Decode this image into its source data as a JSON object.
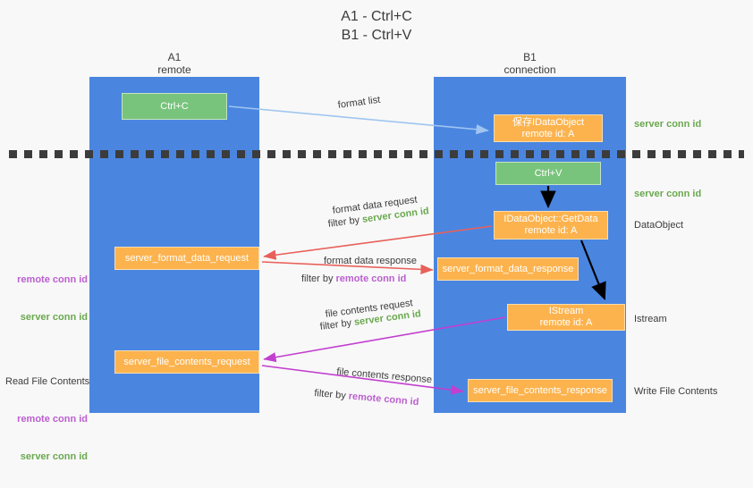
{
  "title": "A1 - Ctrl+C\nB1 - Ctrl+V",
  "lanes": {
    "left": {
      "name": "A1",
      "sub": "remote",
      "header": "A1\nremote"
    },
    "right": {
      "name": "B1",
      "sub": "connection",
      "header": "B1\nconnection"
    }
  },
  "nodes": {
    "ctrl_c": {
      "label": "Ctrl+C",
      "sub": "",
      "color": "#79c47c"
    },
    "save_idataobject": {
      "label": "保存IDataObject",
      "sub": "remote id: A",
      "color": "#fcb34e"
    },
    "ctrl_v": {
      "label": "Ctrl+V",
      "sub": "",
      "color": "#79c47c"
    },
    "getdata": {
      "label": "IDataObject::GetData",
      "sub": "remote id: A",
      "color": "#fcb34e"
    },
    "format_data_request": {
      "label": "server_format_data_request",
      "sub": "",
      "color": "#fcb34e"
    },
    "format_data_response": {
      "label": "server_format_data_response",
      "sub": "",
      "color": "#fcb34e"
    },
    "istream": {
      "label": "IStream",
      "sub": "remote id: A",
      "color": "#fcb34e"
    },
    "file_contents_request": {
      "label": "server_file_contents_request",
      "sub": "",
      "color": "#fcb34e"
    },
    "file_contents_response": {
      "label": "server_file_contents_response",
      "sub": "",
      "color": "#fcb34e"
    }
  },
  "edge_labels": {
    "format_list": "format list",
    "format_data_request": {
      "line1": "format data request",
      "filter_prefix": "filter by ",
      "filter_key": "server conn id"
    },
    "format_data_response": {
      "line1": "format data response",
      "filter_prefix": "filter by ",
      "filter_key": "remote conn id"
    },
    "file_contents_request": {
      "line1": "file contents request",
      "filter_prefix": "filter by ",
      "filter_key": "server conn id"
    },
    "file_contents_response": {
      "line1": "file contents response",
      "filter_prefix": "filter by ",
      "filter_key": "remote conn id"
    }
  },
  "right_labels": {
    "l1": "server conn id",
    "l2": "server conn id",
    "l3": "DataObject",
    "l4": "Istream",
    "l5": "Write File Contents"
  },
  "left_labels": {
    "block1": {
      "remote": "remote conn id",
      "server": "server conn id"
    },
    "block2": {
      "title": "Read File Contents",
      "remote": "remote conn id",
      "server": "server conn id"
    }
  },
  "colors": {
    "lane_blue": "#4a86e0",
    "node_green": "#79c47c",
    "node_orange": "#fcb34e",
    "server_conn_green": "#6aa84f",
    "remote_conn_purple": "#bb5fd0",
    "arrow_light_blue": "#9fc5f0",
    "arrow_red": "#e8605a",
    "arrow_magenta": "#c23fd0",
    "arrow_black": "#000000",
    "background": "#f8f8f8",
    "text_dark": "#3c3c3c"
  }
}
